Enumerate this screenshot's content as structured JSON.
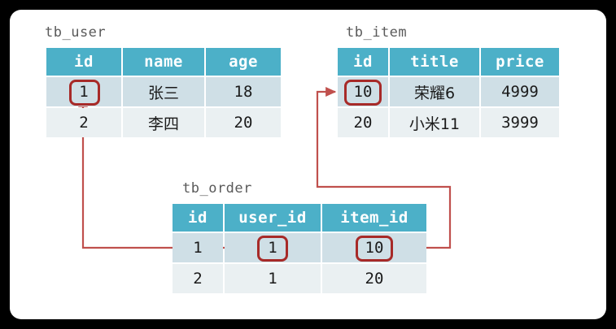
{
  "diagram": {
    "title_color": "#5a5a5a",
    "header_color": "#4cb0c8",
    "row_color_a": "#cfdfe6",
    "row_color_b": "#eaf0f2",
    "link_color": "#c0504d",
    "highlight_color": "#a72a28",
    "frame_color": "#000000",
    "background_color": "#ffffff"
  },
  "tables": {
    "user": {
      "name": "tb_user",
      "columns": [
        "id",
        "name",
        "age"
      ],
      "rows": [
        [
          "1",
          "张三",
          "18"
        ],
        [
          "2",
          "李四",
          "20"
        ]
      ]
    },
    "item": {
      "name": "tb_item",
      "columns": [
        "id",
        "title",
        "price"
      ],
      "rows": [
        [
          "10",
          "荣耀6",
          "4999"
        ],
        [
          "20",
          "小米11",
          "3999"
        ]
      ]
    },
    "order": {
      "name": "tb_order",
      "columns": [
        "id",
        "user_id",
        "item_id"
      ],
      "rows": [
        [
          "1",
          "1",
          "10"
        ],
        [
          "2",
          "1",
          "20"
        ]
      ]
    }
  },
  "highlights": [
    {
      "id": "user-id-1",
      "table": "tb_user",
      "column": "id",
      "value": "1"
    },
    {
      "id": "item-id-10",
      "table": "tb_item",
      "column": "id",
      "value": "10"
    },
    {
      "id": "order-user-id-1",
      "table": "tb_order",
      "column": "user_id",
      "value": "1"
    },
    {
      "id": "order-item-id-10",
      "table": "tb_order",
      "column": "item_id",
      "value": "10"
    }
  ],
  "relations": [
    {
      "id": "order-user-to-user-id",
      "from": "tb_order.user_id",
      "to": "tb_user.id"
    },
    {
      "id": "order-item-to-item-id",
      "from": "tb_order.item_id",
      "to": "tb_item.id"
    }
  ]
}
